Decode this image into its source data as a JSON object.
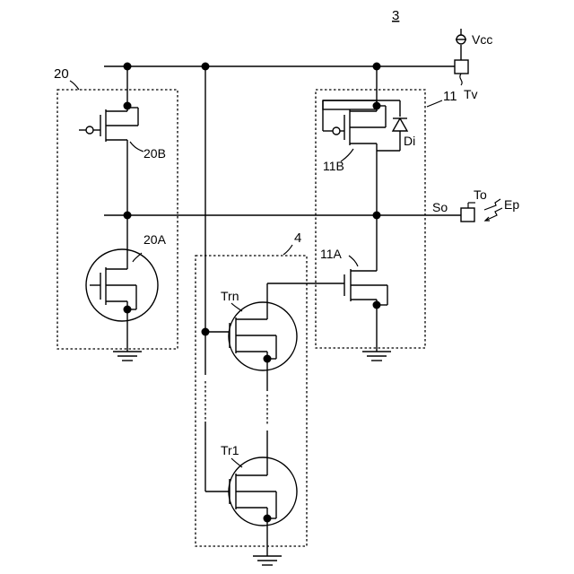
{
  "figure_number": "3",
  "labels": {
    "vcc": "Vcc",
    "tv": "Tv",
    "to": "To",
    "ep": "Ep",
    "so": "So",
    "di": "Di",
    "block_20": "20",
    "block_11": "11",
    "block_4": "4",
    "transistor_20b": "20B",
    "transistor_20a": "20A",
    "transistor_11b": "11B",
    "transistor_11a": "11A",
    "transistor_trn": "Trn",
    "transistor_tr1": "Tr1"
  }
}
